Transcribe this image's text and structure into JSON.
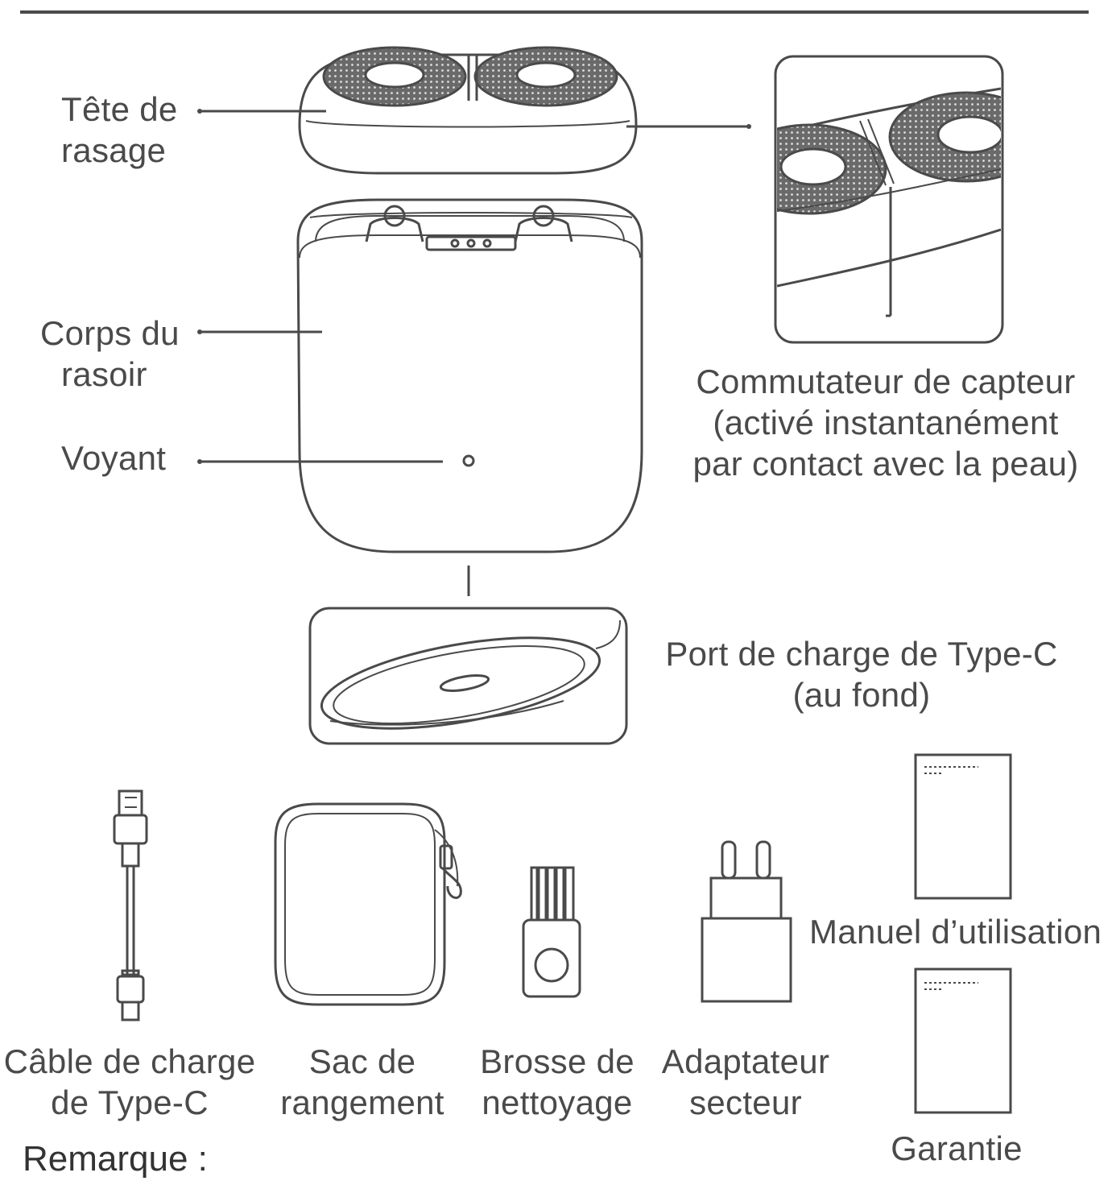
{
  "colors": {
    "line": "#4a4a4a",
    "text": "#4a4a4a",
    "mesh": "#555555",
    "note": "#333333"
  },
  "labels": {
    "shaving_head": [
      "Tête de",
      "rasage"
    ],
    "razor_body": [
      "Corps du",
      "rasoir"
    ],
    "indicator": "Voyant",
    "sensor_switch": [
      "Commutateur de capteur",
      "(activé instantanément",
      "par contact avec la peau)"
    ],
    "charging_port": [
      "Port de charge de Type-C",
      "(au fond)"
    ],
    "cable": [
      "Câble de charge",
      "de Type-C"
    ],
    "bag": [
      "Sac de",
      "rangement"
    ],
    "brush": [
      "Brosse de",
      "nettoyage"
    ],
    "adapter": [
      "Adaptateur",
      "secteur"
    ],
    "manual": "Manuel d’utilisation",
    "warranty": "Garantie"
  },
  "note_title": "Remarque :",
  "icons": {
    "shaving_head": "shaving-head-icon",
    "body": "razor-body-icon",
    "sensor": "sensor-switch-detail-icon",
    "port": "charging-port-icon",
    "cable": "usb-cable-icon",
    "bag": "storage-bag-icon",
    "brush": "cleaning-brush-icon",
    "adapter": "power-adapter-icon",
    "manual": "manual-booklet-icon",
    "warranty": "warranty-booklet-icon"
  }
}
